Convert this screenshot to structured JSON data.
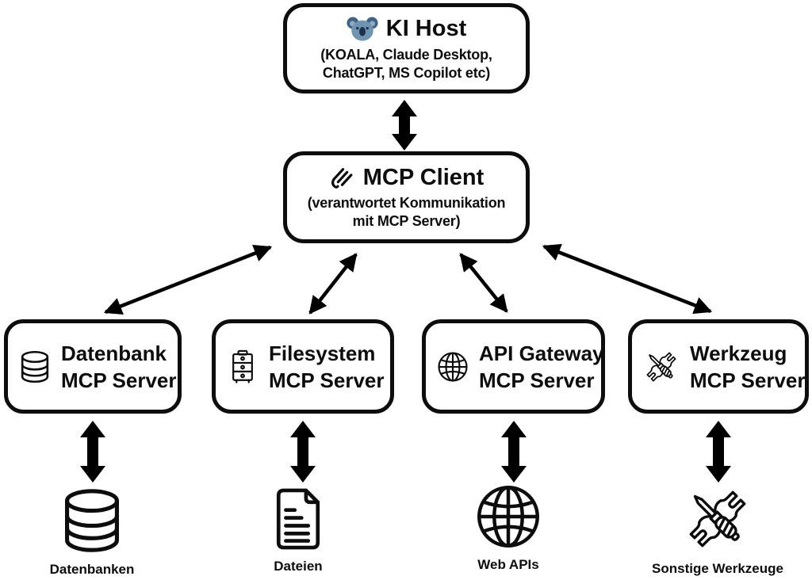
{
  "host": {
    "icon": "koala-icon",
    "title": "KI Host",
    "subtitle_line1": "(KOALA, Claude Desktop,",
    "subtitle_line2": "ChatGPT, MS Copilot etc)"
  },
  "client": {
    "icon": "mcp-logo-icon",
    "title": "MCP Client",
    "subtitle_line1": "(verantwortet Kommunikation",
    "subtitle_line2": "mit MCP Server)"
  },
  "servers": [
    {
      "icon": "database-icon",
      "title_line1": "Datenbank",
      "title_line2": "MCP Server"
    },
    {
      "icon": "file-cabinet-icon",
      "title_line1": "Filesystem",
      "title_line2": "MCP Server"
    },
    {
      "icon": "globe-icon",
      "title_line1": "API Gateway",
      "title_line2": "MCP Server"
    },
    {
      "icon": "tools-icon",
      "title_line1": "Werkzeug",
      "title_line2": "MCP Server"
    }
  ],
  "resources": [
    {
      "icon": "database-stack-icon",
      "label": "Datenbanken"
    },
    {
      "icon": "document-icon",
      "label": "Dateien"
    },
    {
      "icon": "globe-icon",
      "label": "Web APIs"
    },
    {
      "icon": "tools-icon",
      "label": "Sonstige Werkzeuge"
    }
  ],
  "colors": {
    "background": "#ffffff",
    "box_border": "#0d0d0d",
    "text": "#0d0d0d",
    "arrow": "#000000",
    "koala_ear": "#3f6386",
    "koala_inner_ear": "#8fabc2",
    "koala_face": "#6f94b2",
    "koala_nose": "#1e3049"
  }
}
